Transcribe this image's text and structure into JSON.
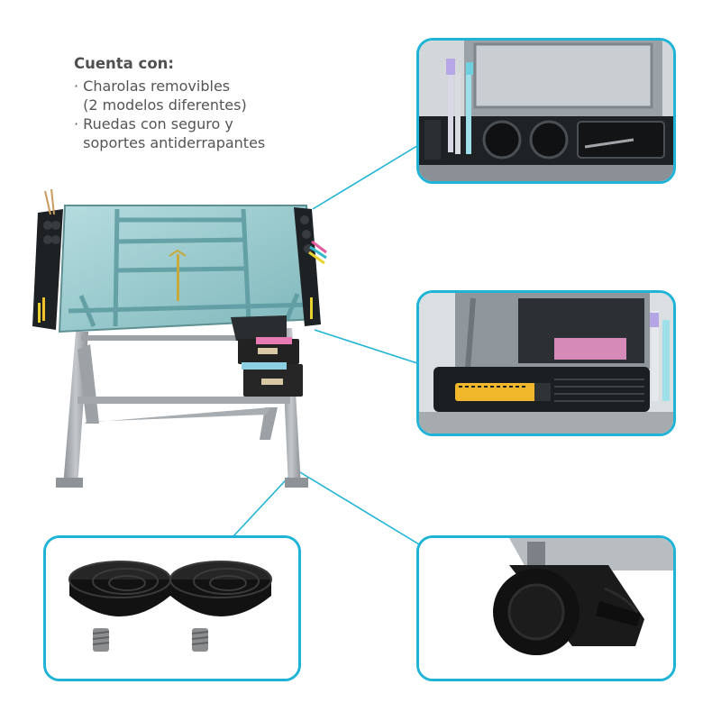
{
  "features": {
    "title": "Cuenta con:",
    "lines": [
      "· Charolas removibles",
      "  (2 modelos diferentes)",
      "· Ruedas con seguro y",
      "  soportes antiderrapantes"
    ]
  },
  "colors": {
    "accent": "#1fb3d6",
    "frame": "#a9aeb3",
    "glass": "#8fc3c6",
    "tray": "#1e2124",
    "rubber": "#141414",
    "drawer": "#222222"
  },
  "panels": [
    {
      "name": "top-tray-detail",
      "depicts": "tray with pen and cup holders"
    },
    {
      "name": "side-tray-detail",
      "depicts": "side tray holding utility knife"
    },
    {
      "name": "foot-detail",
      "depicts": "two anti-slip rubber feet"
    },
    {
      "name": "wheel-detail",
      "depicts": "locking caster wheel"
    }
  ]
}
